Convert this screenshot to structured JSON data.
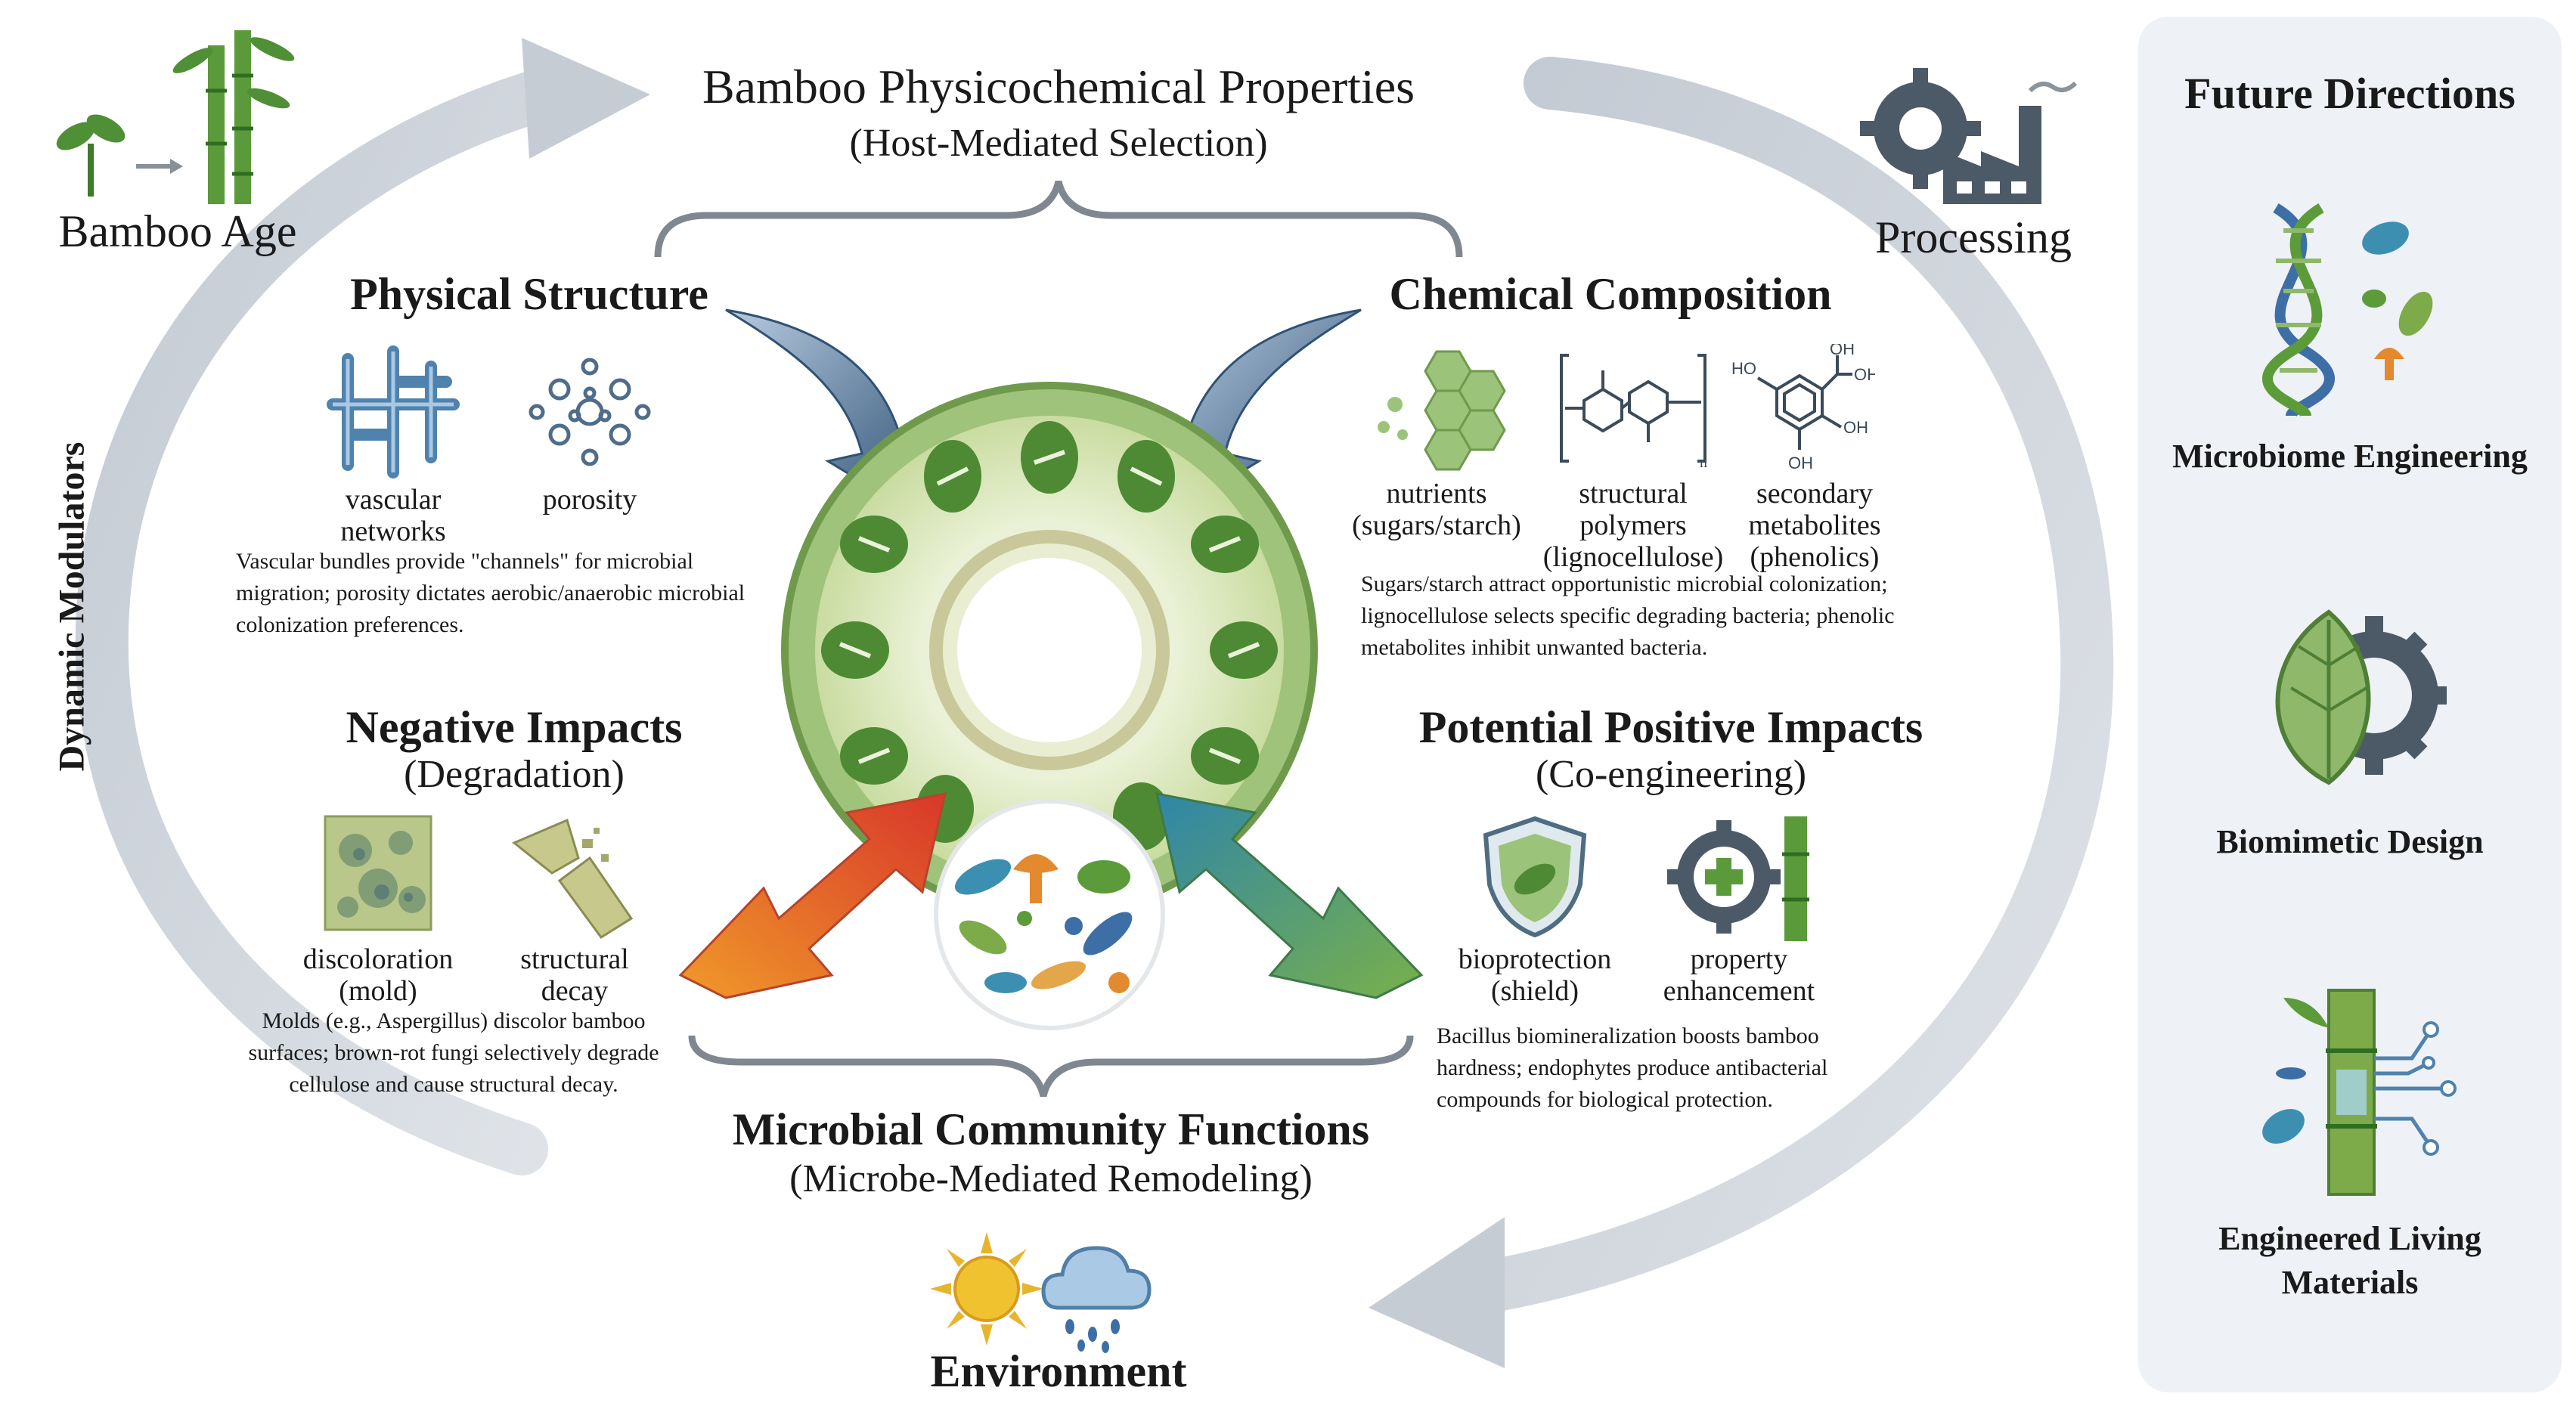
{
  "top": {
    "title": "Bamboo Physicochemical Properties",
    "subtitle": "(Host-Mediated Selection)"
  },
  "modulators": {
    "bamboo_age": "Bamboo Age",
    "processing": "Processing",
    "dynamic_modulators": "Dynamic Modulators",
    "environment": "Environment"
  },
  "physical": {
    "title": "Physical Structure",
    "vascular_label": "vascular\nnetworks",
    "porosity_label": "porosity",
    "description": "Vascular bundles provide \"channels\" for microbial migration; porosity dictates aerobic/anaerobic microbial colonization preferences."
  },
  "chemical": {
    "title": "Chemical Composition",
    "nutrients_label": "nutrients\n(sugars/starch)",
    "polymers_label": "structural\npolymers\n(lignocellulose)",
    "metabolites_label": "secondary\nmetabolites\n(phenolics)",
    "description": "Sugars/starch attract opportunistic microbial colonization; lignocellulose selects specific degrading bacteria; phenolic metabolites inhibit unwanted bacteria.",
    "chem_labels": [
      "OH",
      "HO",
      "OH",
      "OH",
      "OH",
      "n"
    ]
  },
  "negative": {
    "title": "Negative Impacts",
    "subtitle": "(Degradation)",
    "discoloration_label": "discoloration\n(mold)",
    "decay_label": "structural\ndecay",
    "description": "Molds (e.g., Aspergillus) discolor bamboo surfaces; brown-rot fungi selectively degrade cellulose and cause structural decay."
  },
  "positive": {
    "title": "Potential Positive Impacts",
    "subtitle": "(Co-engineering)",
    "bioprotection_label": "bioprotection\n(shield)",
    "property_label": "property\nenhancement",
    "description": "Bacillus biomineralization boosts bamboo hardness; endophytes produce antibacterial compounds for biological protection."
  },
  "bottom": {
    "title": "Microbial Community Functions",
    "subtitle": "(Microbe-Mediated Remodeling)"
  },
  "future": {
    "title": "Future Directions",
    "items": [
      "Microbiome Engineering",
      "Biomimetic Design",
      "Engineered Living\nMaterials"
    ]
  },
  "colors": {
    "cycle_arrow": "#c9d0d8",
    "bamboo_green": "#8fb86a",
    "dark_green": "#4f7f37",
    "arrow_blue": "#3f6488",
    "panel_bg": "#eef1f5"
  }
}
